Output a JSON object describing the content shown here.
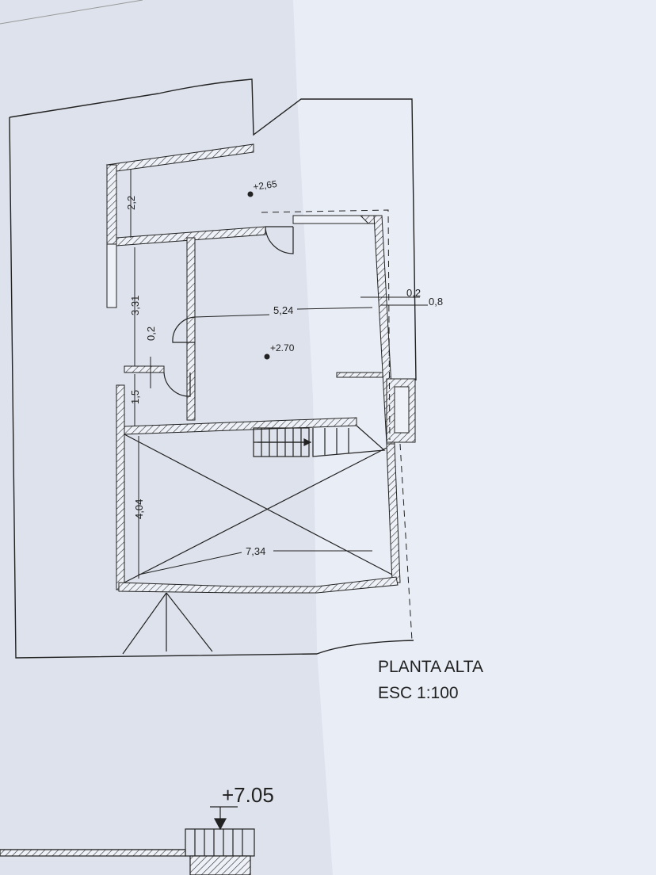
{
  "plan": {
    "title": "PLANTA ALTA",
    "scale": "ESC 1:100",
    "levels": {
      "upper_terrace": "+2,65",
      "main_floor": "+2.70",
      "section_top": "+7.05"
    },
    "dimensions": {
      "d_2_2": "2,2",
      "d_3_31": "3,31",
      "d_0_2_left": "0,2",
      "d_1_5": "1,5",
      "d_5_24": "5,24",
      "d_0_2_right": "0,2",
      "d_0_8": "0,8",
      "d_4_04": "4,04",
      "d_7_34": "7,34"
    }
  },
  "colors": {
    "paper_left": "#dde2ec",
    "paper_right": "#e9edf6",
    "ink": "#222222"
  }
}
